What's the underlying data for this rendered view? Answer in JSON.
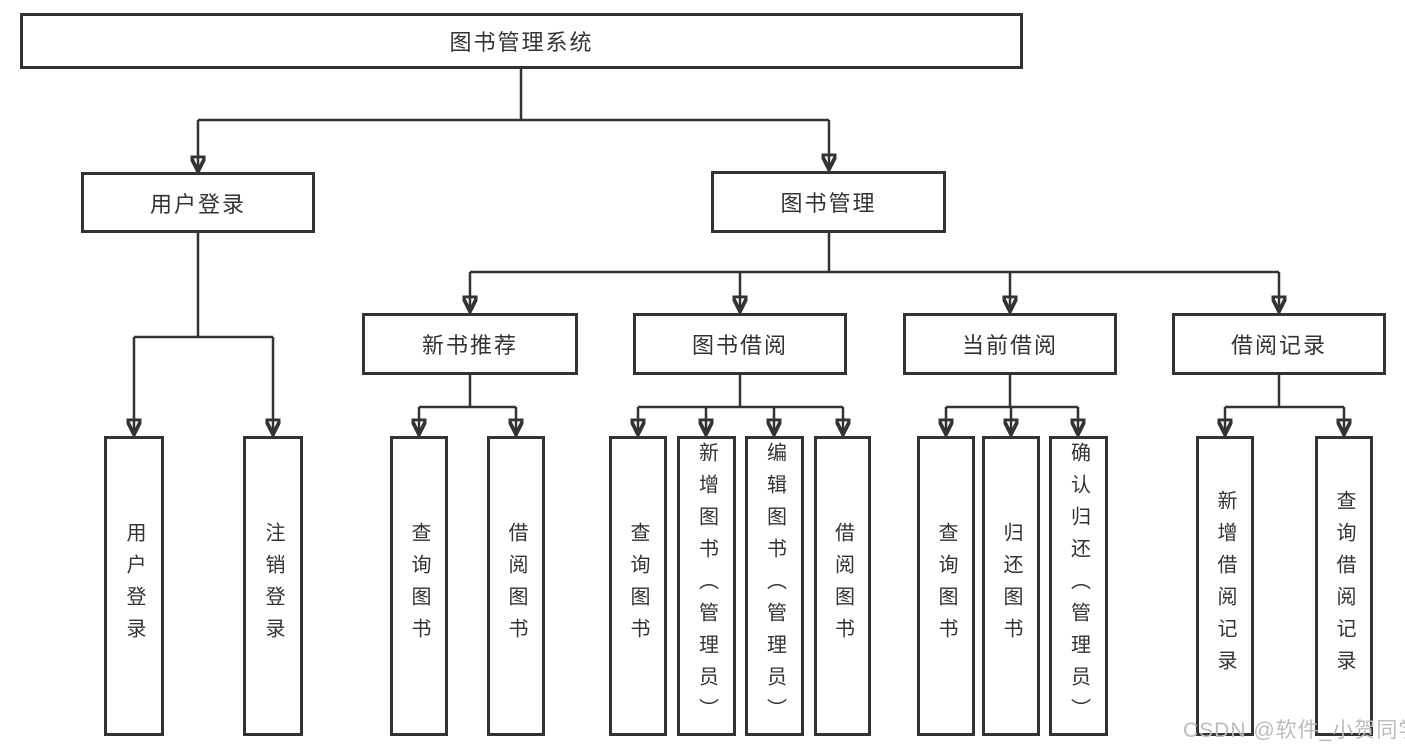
{
  "tree": {
    "root": {
      "label": "图书管理系统"
    },
    "branches": [
      {
        "label": "用户登录",
        "children": [
          {
            "label": "用户登录"
          },
          {
            "label": "注销登录"
          }
        ]
      },
      {
        "label": "图书管理",
        "children": [
          {
            "label": "新书推荐",
            "children": [
              {
                "label": "查询图书"
              },
              {
                "label": "借阅图书"
              }
            ]
          },
          {
            "label": "图书借阅",
            "children": [
              {
                "label": "查询图书"
              },
              {
                "label": "新增图书（管理员）"
              },
              {
                "label": "编辑图书（管理员）"
              },
              {
                "label": "借阅图书"
              }
            ]
          },
          {
            "label": "当前借阅",
            "children": [
              {
                "label": "查询图书"
              },
              {
                "label": "归还图书"
              },
              {
                "label": "确认归还（管理员）"
              }
            ]
          },
          {
            "label": "借阅记录",
            "children": [
              {
                "label": "新增借阅记录"
              },
              {
                "label": "查询借阅记录"
              }
            ]
          }
        ]
      }
    ]
  },
  "watermark": {
    "text": "CSDN @软件_小贺同学"
  },
  "colors": {
    "line": "#333333",
    "text": "#333333",
    "node_fill": "#ffffff",
    "background": "#ffffff",
    "watermark": "#bcbcbc"
  }
}
